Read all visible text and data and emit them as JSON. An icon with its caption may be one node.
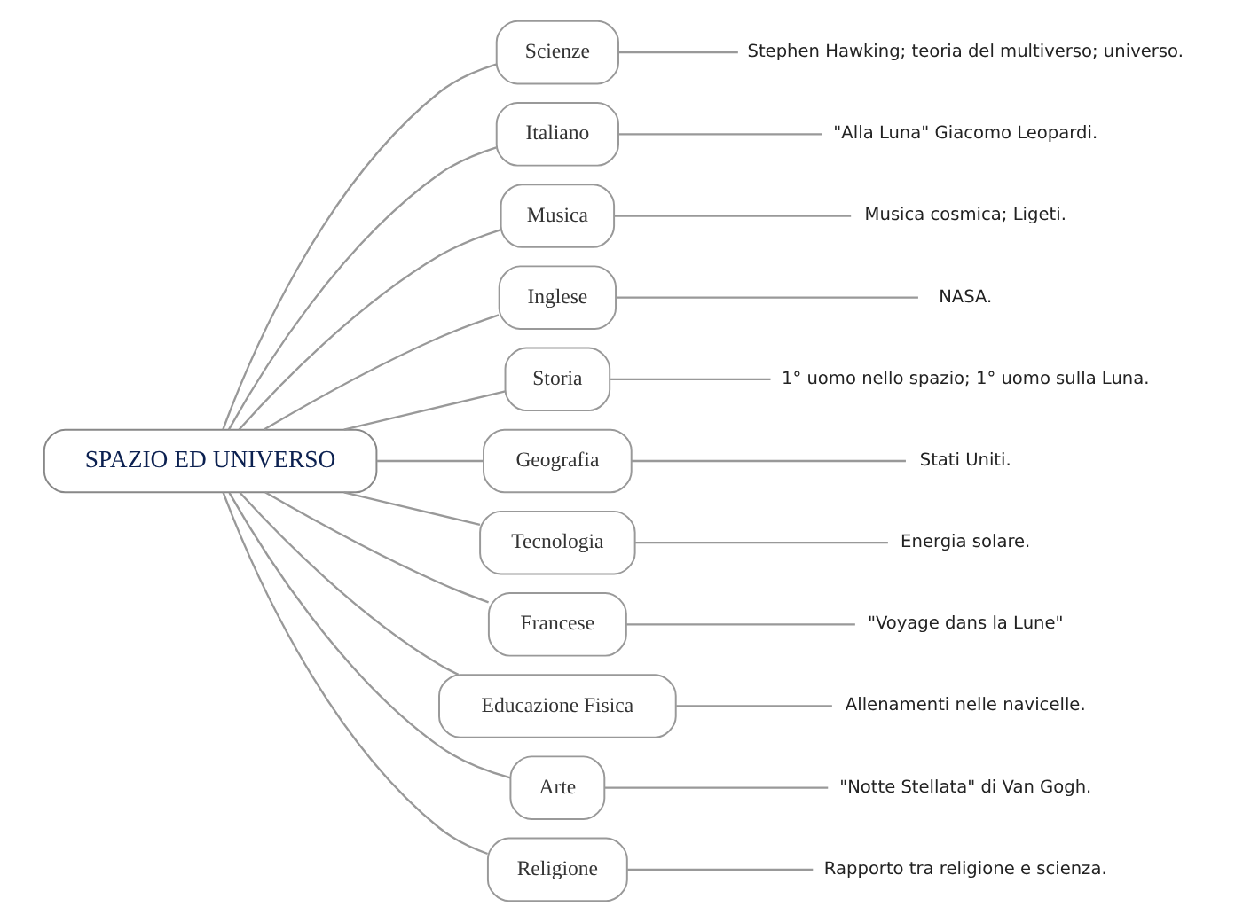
{
  "diagram": {
    "nodes": [
      {
        "text": [
          "SPAZIO ED UNIVERSO"
        ]
      },
      {
        "text": [
          "Scienze"
        ]
      },
      {
        "text": [
          "Stephen Hawking; teoria del multiverso; universo."
        ]
      },
      {
        "text": [
          "Italiano"
        ]
      },
      {
        "text": [
          "\"Alla Luna\" Giacomo Leopardi."
        ]
      },
      {
        "text": [
          "Musica"
        ]
      },
      {
        "text": [
          "Musica cosmica; Ligeti."
        ]
      },
      {
        "text": [
          "Inglese"
        ]
      },
      {
        "text": [
          "NASA."
        ]
      },
      {
        "text": [
          "Storia"
        ]
      },
      {
        "text": [
          "1° uomo nello spazio; 1° uomo sulla Luna."
        ]
      },
      {
        "text": [
          "Geografia"
        ]
      },
      {
        "text": [
          "Stati Uniti."
        ]
      },
      {
        "text": [
          "Tecnologia"
        ]
      },
      {
        "text": [
          "Energia solare."
        ]
      },
      {
        "text": [
          "Francese"
        ]
      },
      {
        "text": [
          "\"Voyage dans la Lune\""
        ]
      },
      {
        "text": [
          "Educazione Fisica"
        ]
      },
      {
        "text": [
          "Allenamenti nelle navicelle."
        ]
      },
      {
        "text": [
          "Arte"
        ]
      },
      {
        "text": [
          "\"Notte Stellata\" di Van Gogh."
        ]
      },
      {
        "text": [
          "Religione"
        ]
      },
      {
        "text": [
          "Rapporto tra religione e scienza."
        ]
      }
    ],
    "edges": [
      {
        "from": 0,
        "to": 1,
        "arrow": "none"
      },
      {
        "from": 1,
        "to": 2,
        "arrow": "none"
      },
      {
        "from": 0,
        "to": 3,
        "arrow": "none"
      },
      {
        "from": 3,
        "to": 4,
        "arrow": "none"
      },
      {
        "from": 0,
        "to": 5,
        "arrow": "none"
      },
      {
        "from": 5,
        "to": 6,
        "arrow": "none"
      },
      {
        "from": 0,
        "to": 7,
        "arrow": "none"
      },
      {
        "from": 7,
        "to": 8,
        "arrow": "none"
      },
      {
        "from": 0,
        "to": 9,
        "arrow": "none"
      },
      {
        "from": 9,
        "to": 10,
        "arrow": "none"
      },
      {
        "from": 0,
        "to": 11,
        "arrow": "none"
      },
      {
        "from": 11,
        "to": 12,
        "arrow": "none"
      },
      {
        "from": 0,
        "to": 13,
        "arrow": "none"
      },
      {
        "from": 13,
        "to": 14,
        "arrow": "none"
      },
      {
        "from": 0,
        "to": 15,
        "arrow": "none"
      },
      {
        "from": 15,
        "to": 16,
        "arrow": "none"
      },
      {
        "from": 0,
        "to": 17,
        "arrow": "none"
      },
      {
        "from": 17,
        "to": 18,
        "arrow": "none"
      },
      {
        "from": 0,
        "to": 19,
        "arrow": "none"
      },
      {
        "from": 19,
        "to": 20,
        "arrow": "none"
      },
      {
        "from": 0,
        "to": 21,
        "arrow": "none"
      },
      {
        "from": 21,
        "to": 22,
        "arrow": "none"
      }
    ]
  }
}
